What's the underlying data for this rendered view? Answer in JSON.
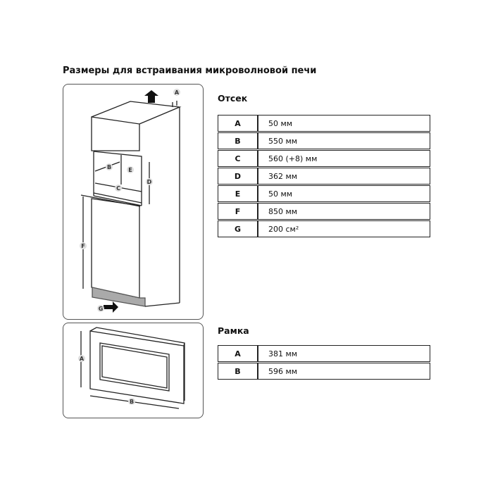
{
  "title": "Размеры для встраивания микроволновой печи",
  "compartment": {
    "heading": "Отсек",
    "rows": [
      {
        "key": "A",
        "value": "50 мм"
      },
      {
        "key": "B",
        "value": "550 мм"
      },
      {
        "key": "C",
        "value": "560 (+8) мм"
      },
      {
        "key": "D",
        "value": "362 мм"
      },
      {
        "key": "E",
        "value": "50 мм"
      },
      {
        "key": "F",
        "value": "850 мм"
      },
      {
        "key": "G",
        "value": "200 см²"
      }
    ]
  },
  "frame": {
    "heading": "Рамка",
    "rows": [
      {
        "key": "A",
        "value": "381 мм"
      },
      {
        "key": "B",
        "value": "596 мм"
      }
    ]
  },
  "diagram_labels": {
    "cabinet": [
      "A",
      "B",
      "C",
      "D",
      "E",
      "F",
      "G"
    ],
    "frame": [
      "A",
      "B"
    ]
  }
}
